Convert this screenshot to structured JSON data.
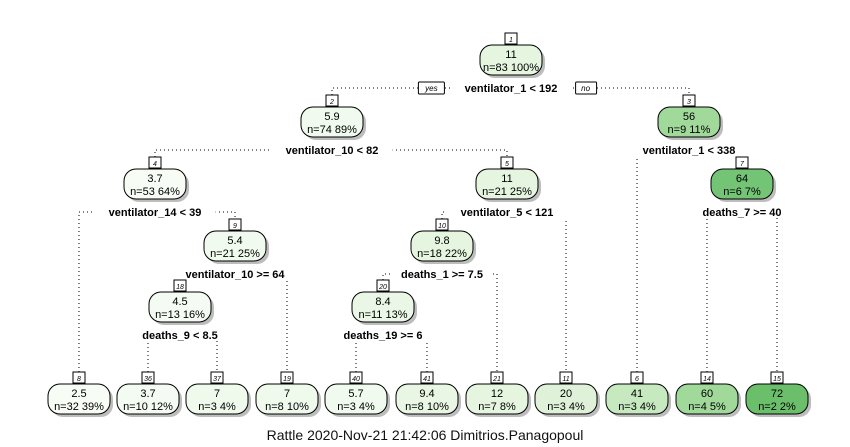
{
  "tree": {
    "yes_label": "yes",
    "no_label": "no",
    "nodes": [
      {
        "id": "1",
        "value": "11",
        "stats": "n=83  100%",
        "fill": "#e5f5e0",
        "split": "ventilator_1 < 192",
        "children": [
          "2",
          "3"
        ]
      },
      {
        "id": "2",
        "value": "5.9",
        "stats": "n=74  89%",
        "fill": "#f1faee",
        "split": "ventilator_10 < 82",
        "children": [
          "4",
          "5"
        ]
      },
      {
        "id": "3",
        "value": "56",
        "stats": "n=9  11%",
        "fill": "#a1d99b",
        "split": "ventilator_1 < 338",
        "children": [
          "6",
          "7"
        ]
      },
      {
        "id": "4",
        "value": "3.7",
        "stats": "n=53  64%",
        "fill": "#f7fcf5",
        "split": "ventilator_14 < 39",
        "children": [
          "8",
          "9"
        ]
      },
      {
        "id": "5",
        "value": "11",
        "stats": "n=21  25%",
        "fill": "#e5f5e0",
        "split": "ventilator_5 < 121",
        "children": [
          "10",
          "11"
        ]
      },
      {
        "id": "7",
        "value": "64",
        "stats": "n=6  7%",
        "fill": "#74c476",
        "split": "deaths_7 >= 40",
        "children": [
          "14",
          "15"
        ]
      },
      {
        "id": "9",
        "value": "5.4",
        "stats": "n=21  25%",
        "fill": "#f1faee",
        "split": "ventilator_10 >= 64",
        "children": [
          "18",
          "19"
        ]
      },
      {
        "id": "10",
        "value": "9.8",
        "stats": "n=18  22%",
        "fill": "#e5f5e0",
        "split": "deaths_1 >= 7.5",
        "children": [
          "20",
          "21"
        ]
      },
      {
        "id": "18",
        "value": "4.5",
        "stats": "n=13  16%",
        "fill": "#f4fbf2",
        "split": "deaths_9 < 8.5",
        "children": [
          "36",
          "37"
        ]
      },
      {
        "id": "20",
        "value": "8.4",
        "stats": "n=11  13%",
        "fill": "#eaf7e6",
        "split": "deaths_19 >= 6",
        "children": [
          "40",
          "41"
        ]
      },
      {
        "id": "8",
        "value": "2.5",
        "stats": "n=32  39%",
        "fill": "#f7fcf5"
      },
      {
        "id": "36",
        "value": "3.7",
        "stats": "n=10  12%",
        "fill": "#f4fbf2"
      },
      {
        "id": "37",
        "value": "7",
        "stats": "n=3  4%",
        "fill": "#eff9ec"
      },
      {
        "id": "19",
        "value": "7",
        "stats": "n=8  10%",
        "fill": "#eff9ec"
      },
      {
        "id": "40",
        "value": "5.7",
        "stats": "n=3  4%",
        "fill": "#f1faee"
      },
      {
        "id": "41",
        "value": "9.4",
        "stats": "n=8  10%",
        "fill": "#e8f6e3"
      },
      {
        "id": "21",
        "value": "12",
        "stats": "n=7  8%",
        "fill": "#e5f5e0"
      },
      {
        "id": "11",
        "value": "20",
        "stats": "n=3  4%",
        "fill": "#dff2d9"
      },
      {
        "id": "6",
        "value": "41",
        "stats": "n=3  4%",
        "fill": "#c7e9c0"
      },
      {
        "id": "14",
        "value": "60",
        "stats": "n=4  5%",
        "fill": "#a1d99b"
      },
      {
        "id": "15",
        "value": "72",
        "stats": "n=2  2%",
        "fill": "#6bbf6b"
      }
    ]
  },
  "footer": "Rattle 2020-Nov-21 21:42:06 Dimitrios.Panagopoul"
}
